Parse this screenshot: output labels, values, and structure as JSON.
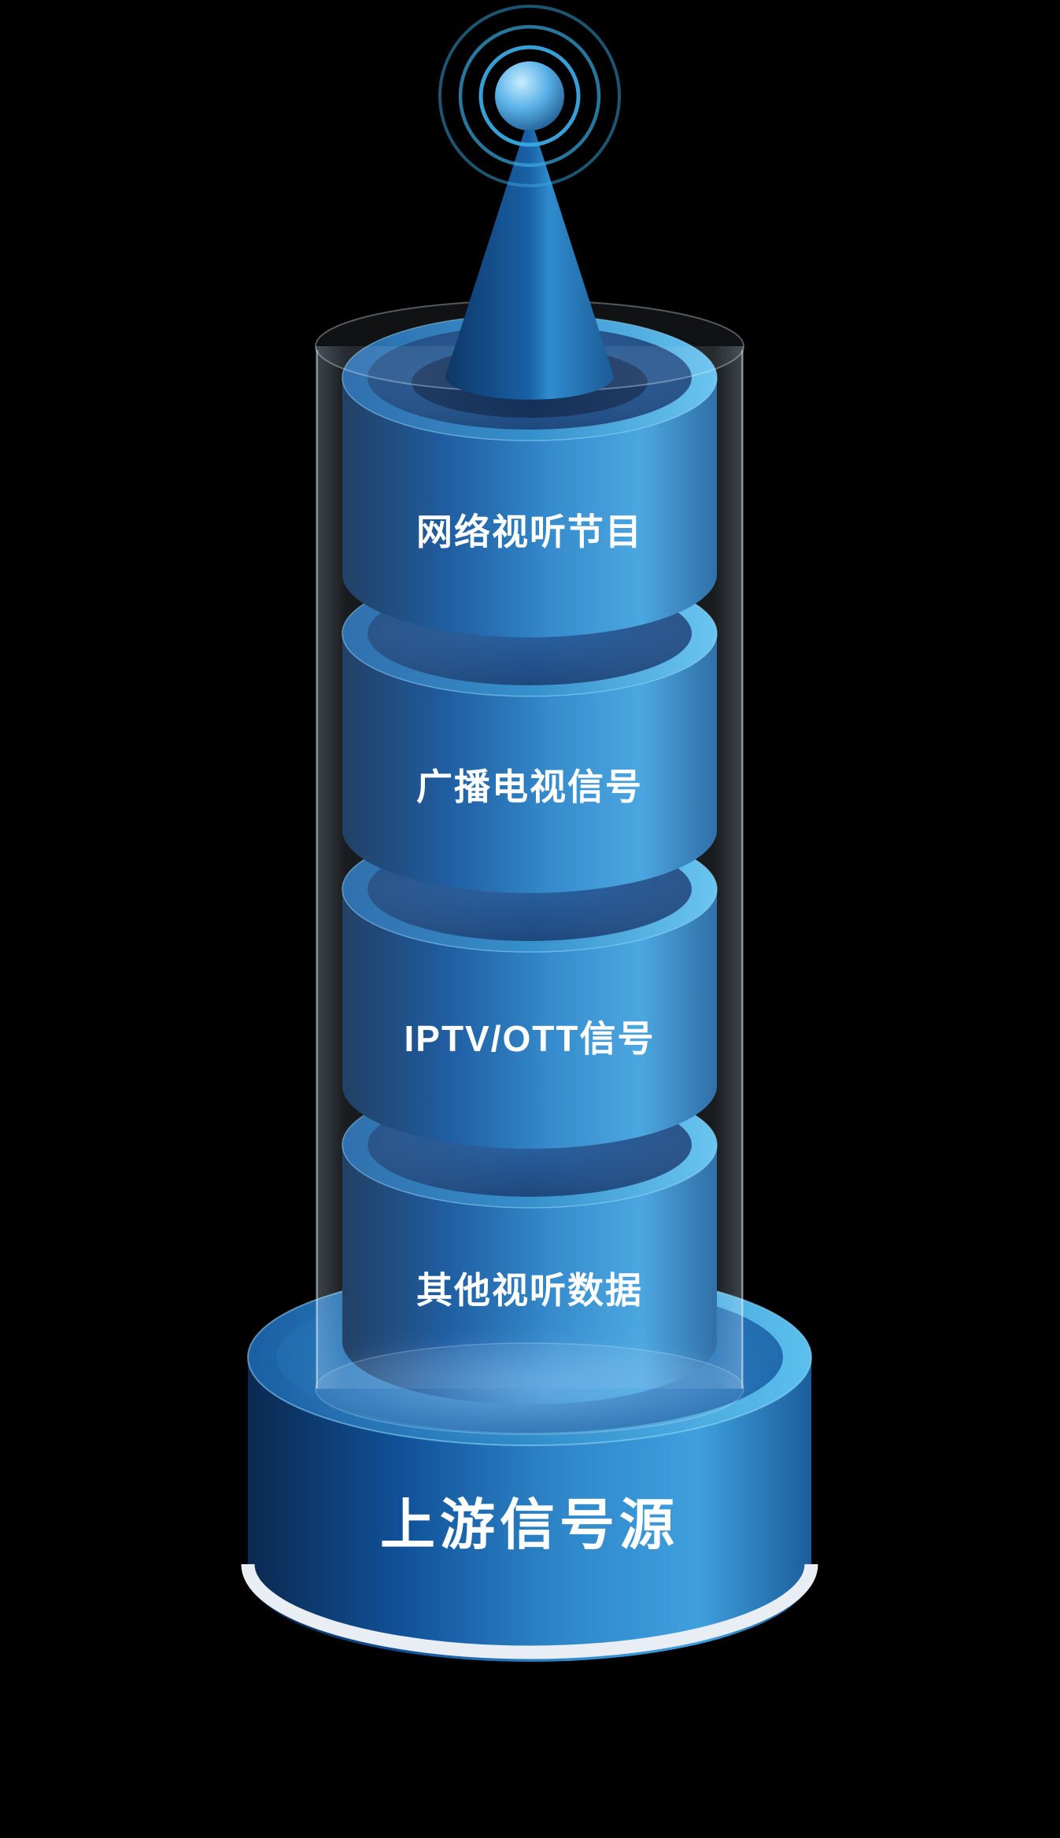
{
  "page": {
    "background": "#000000"
  },
  "diagram": {
    "name": "upstream-signal-source-tower",
    "segments": [
      {
        "label": "网络视听节目"
      },
      {
        "label": "广播电视信号"
      },
      {
        "label": "IPTV/OTT信号"
      },
      {
        "label": "其他视听数据"
      }
    ],
    "base": {
      "label": "上游信号源"
    },
    "icons": [
      "antenna-cone-icon",
      "antenna-ball-icon",
      "signal-waves-icon",
      "glass-tube"
    ],
    "colors": {
      "body_left": "#0a2950",
      "body_mid": "#2e86c9",
      "body_light": "#3fa0dd",
      "body_right": "#1b5e9c",
      "rim_light": "#5cc0ee",
      "inner_dark": "#123a6e",
      "hole_dark": "#0e2a55",
      "stripe": "#e8eef4",
      "ring": "#3aa8e0",
      "label_text": "#ffffff"
    }
  }
}
